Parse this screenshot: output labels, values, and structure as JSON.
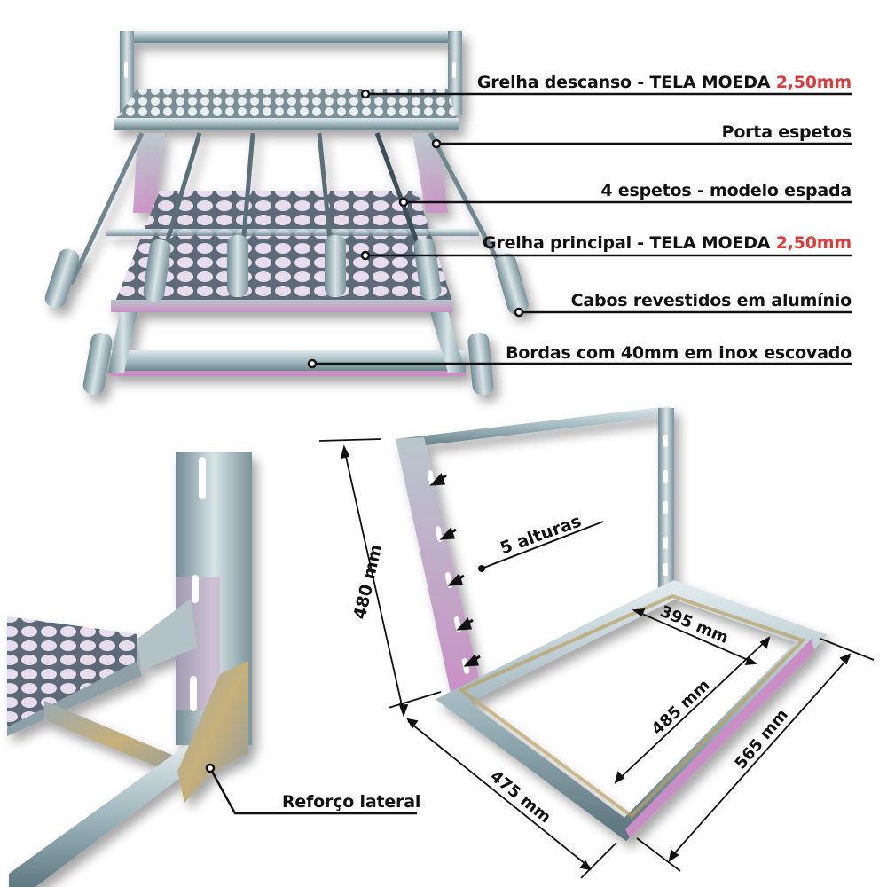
{
  "top_product": {
    "callouts": [
      {
        "id": "grelha-descanso",
        "text": "Grelha descanso - TELA MOEDA ",
        "accent": "2,50mm"
      },
      {
        "id": "porta-espetos",
        "text": "Porta espetos",
        "accent": ""
      },
      {
        "id": "espetos",
        "text": "4 espetos - modelo espada",
        "accent": ""
      },
      {
        "id": "grelha-principal",
        "text": "Grelha principal - TELA  MOEDA ",
        "accent": "2,50mm"
      },
      {
        "id": "cabos",
        "text": "Cabos revestidos em alumínio",
        "accent": ""
      },
      {
        "id": "bordas",
        "text": "Bordas com 40mm em inox escovado",
        "accent": ""
      }
    ]
  },
  "detail": {
    "callout": "Reforço lateral"
  },
  "frame_dimensions": {
    "height": "480 mm",
    "heights_note": "5 alturas",
    "inner_width": "395 mm",
    "inner_depth": "485 mm",
    "outer_depth": "565 mm",
    "outer_width": "475 mm"
  },
  "colors": {
    "accent": "#e23a3a",
    "text": "#111111",
    "steel_light": "#c9d6da",
    "steel_mid": "#8fa6ae",
    "steel_dark": "#4f6770",
    "tint_pink": "#c98fc4",
    "tint_gold": "#b9a063"
  }
}
